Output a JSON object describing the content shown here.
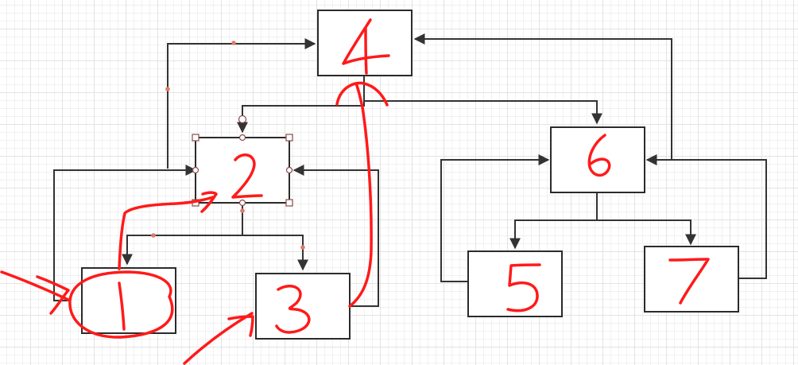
{
  "colors": {
    "node_stroke": "#2b2b2b",
    "edge": "#333333",
    "annotation": "#ff1a1a",
    "selection_handle": "#8a4a4a",
    "waypoint": "#e07a6a"
  },
  "diagram": {
    "nodes": [
      {
        "id": "n1",
        "label": "1"
      },
      {
        "id": "n2",
        "label": "2",
        "selected": true
      },
      {
        "id": "n3",
        "label": "3"
      },
      {
        "id": "n4",
        "label": "4"
      },
      {
        "id": "n5",
        "label": "5"
      },
      {
        "id": "n6",
        "label": "6"
      },
      {
        "id": "n7",
        "label": "7"
      }
    ],
    "edges": [
      {
        "from": "n1",
        "to": "n2"
      },
      {
        "from": "n1",
        "to": "n4"
      },
      {
        "from": "n2",
        "to": "n1"
      },
      {
        "from": "n2",
        "to": "n3"
      },
      {
        "from": "n3",
        "to": "n2"
      },
      {
        "from": "n4",
        "to": "n2"
      },
      {
        "from": "n4",
        "to": "n6"
      },
      {
        "from": "n5",
        "to": "n6"
      },
      {
        "from": "n6",
        "to": "n5"
      },
      {
        "from": "n6",
        "to": "n7"
      },
      {
        "from": "n6",
        "to": "n4"
      },
      {
        "from": "n7",
        "to": "n6"
      }
    ]
  }
}
